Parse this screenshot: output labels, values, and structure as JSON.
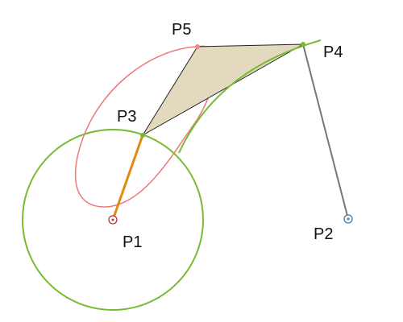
{
  "diagram": {
    "labels": {
      "p1": "P1",
      "p2": "P2",
      "p3": "P3",
      "p4": "P4",
      "p5": "P5"
    },
    "colors": {
      "circle": "#77bb33",
      "coupler_curve": "#ee7777",
      "triangle_fill": "#e2d9bf",
      "crank": "#e28a10",
      "rocker": "#777777",
      "p1_marker": "#bb3333",
      "p2_marker": "#4477aa",
      "vertex": "#77bb33",
      "p5_vertex": "#ee8888"
    }
  }
}
